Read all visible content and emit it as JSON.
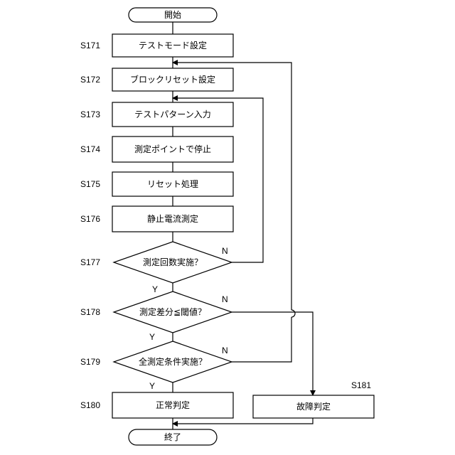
{
  "terminals": {
    "start": "開始",
    "end": "終了"
  },
  "steps": [
    {
      "id": "S171",
      "label": "テストモード設定"
    },
    {
      "id": "S172",
      "label": "ブロックリセット設定"
    },
    {
      "id": "S173",
      "label": "テストパターン入力"
    },
    {
      "id": "S174",
      "label": "測定ポイントで停止"
    },
    {
      "id": "S175",
      "label": "リセット処理"
    },
    {
      "id": "S176",
      "label": "静止電流測定"
    }
  ],
  "decisions": [
    {
      "id": "S177",
      "label": "測定回数実施？"
    },
    {
      "id": "S178",
      "label": "測定差分≦閾値？"
    },
    {
      "id": "S179",
      "label": "全測定条件実施？"
    }
  ],
  "results": [
    {
      "id": "S180",
      "label": "正常判定"
    },
    {
      "id": "S181",
      "label": "故障判定"
    }
  ],
  "branch_labels": {
    "yes": "Y",
    "no": "N"
  }
}
